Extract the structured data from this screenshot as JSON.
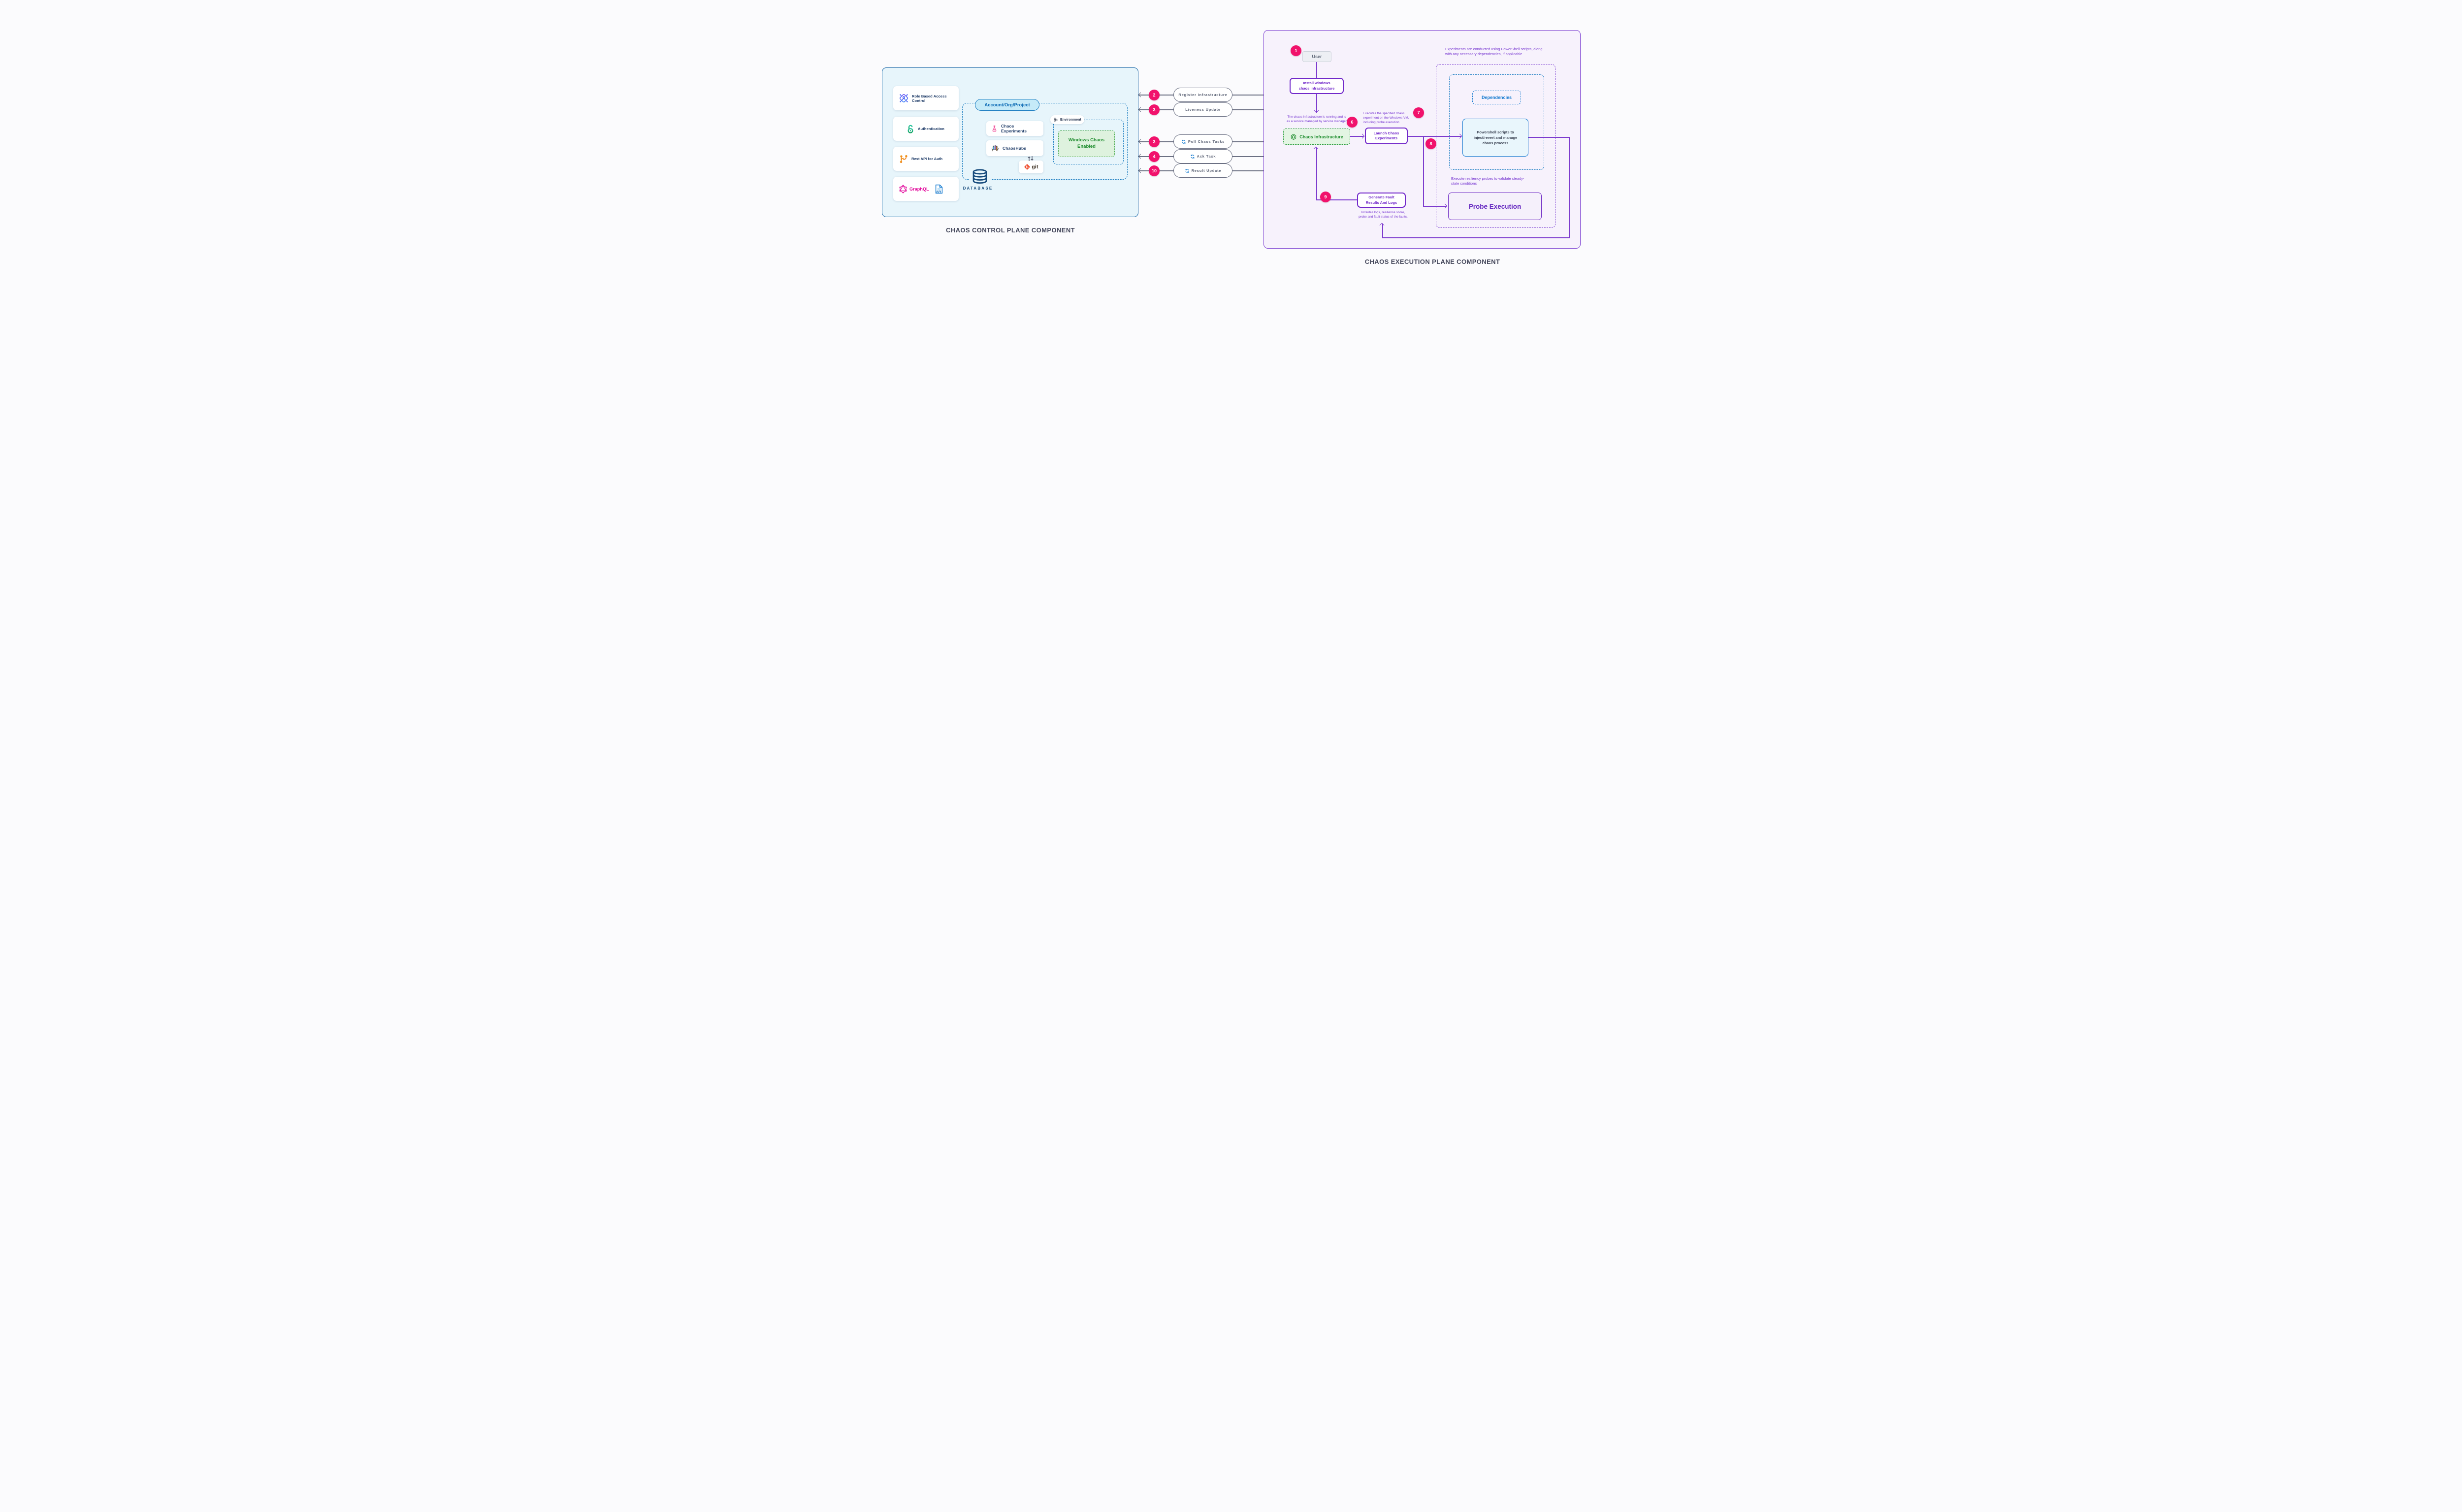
{
  "colors": {
    "badge": "#F1126C",
    "purple": "#7229CA",
    "purple_note": "#7A3BD2",
    "blue": "#1279CF",
    "green": "#1D8C2D",
    "navy": "#164A7C",
    "slate": "#6B7083",
    "left_panel_bg": "#E7F5FB",
    "right_panel_bg": "#F7F2FC"
  },
  "control_plane": {
    "title": "CHAOS CONTROL PLANE COMPONENT",
    "cards": [
      {
        "label": "Role Based Access Control"
      },
      {
        "label": "Authentication"
      },
      {
        "label": "Rest API for Auth"
      },
      {
        "label": "GraphQL",
        "badge": "API"
      }
    ],
    "scope_pill": "Account/Org/Project",
    "chaos_experiments": "Chaos Experiments",
    "chaos_hubs": "ChaosHubs",
    "git": "git",
    "environment_label": "Environment",
    "windows_chaos": "Windows Chaos\nEnabled",
    "database": "DATABASE"
  },
  "connectors": [
    {
      "step": "2",
      "label": "Register Infrastructure"
    },
    {
      "step": "3",
      "label": "Liveness Update"
    },
    {
      "step": "3",
      "label": "Poll Chaos Tasks"
    },
    {
      "step": "4",
      "label": "Ack Task"
    },
    {
      "step": "10",
      "label": "Result Update"
    }
  ],
  "execution_plane": {
    "title": "CHAOS EXECUTION PLANE COMPONENT",
    "steps": {
      "s1": "1",
      "s6": "6",
      "s7": "7",
      "s8": "8",
      "s9": "9"
    },
    "user": "User",
    "install": "Install windows\nchaos infrastructure",
    "infra_note": "The chaos infrastructure is running and is\nas a service managed by service manager",
    "chaos_infrastructure": "Chaos Infrastructure",
    "launch": "Launch Chaos\nExperiments",
    "launch_note": "Executes the specified chaos\nexperiment on the Windows VM,\nincluding probe execution",
    "top_note": "Experiments are conducted using PowerShell scripts, along\nwith any necessary dependencies, if applicable",
    "dependencies": "Dependencies",
    "powershell": "Powershell scripts to\ninject/revert and manage\nchaos process",
    "probe_note": "Execute resiliency probes to validate steady-\nstate conditions",
    "probe_execution": "Probe Execution",
    "generate": "Generate Fault\nResults And Logs",
    "results_note": "Includes logs, resilience score,\nprobe and fault status of the faults."
  }
}
